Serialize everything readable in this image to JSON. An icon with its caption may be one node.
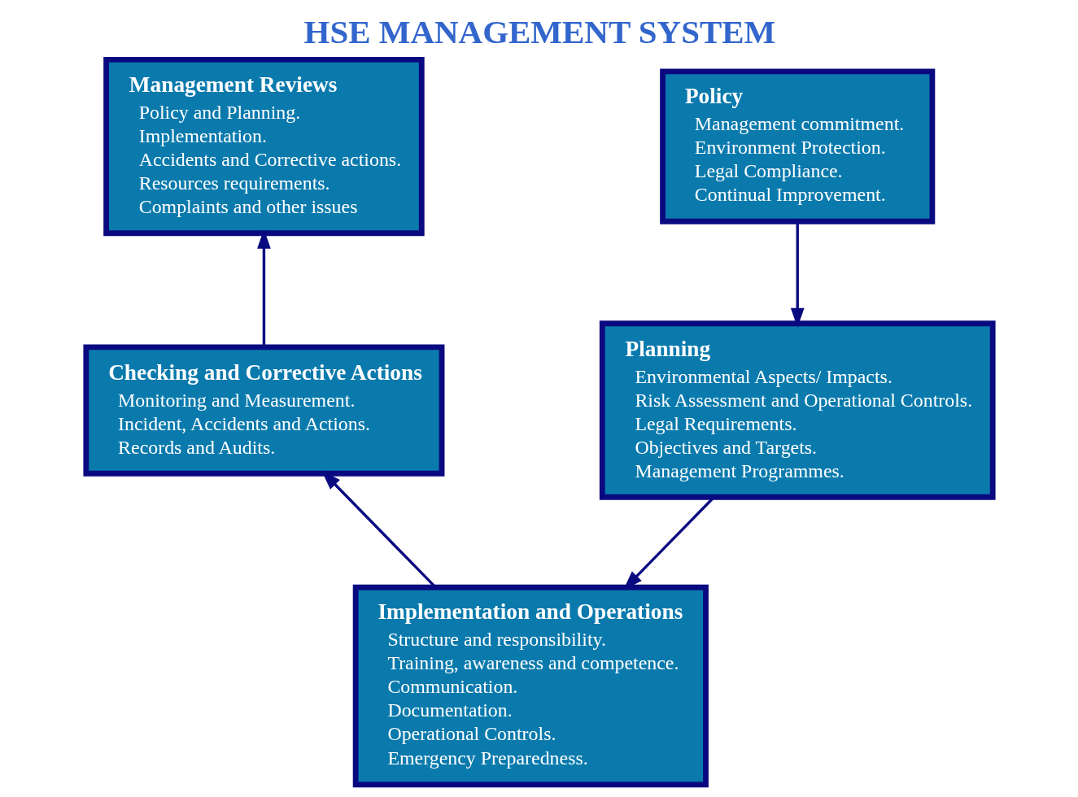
{
  "diagram": {
    "title": "HSE MANAGEMENT SYSTEM",
    "nodes": [
      {
        "text": [
          "Management Reviews",
          "Policy and Planning.",
          "Implementation.",
          "Accidents and Corrective actions.",
          "Resources requirements.",
          "Complaints and other issues"
        ]
      },
      {
        "text": [
          "Policy",
          "Management commitment.",
          "Environment Protection.",
          "Legal Compliance.",
          "Continual Improvement."
        ]
      },
      {
        "text": [
          "Checking and Corrective Actions",
          "Monitoring and Measurement.",
          "Incident, Accidents and Actions.",
          "Records and Audits."
        ]
      },
      {
        "text": [
          "Planning",
          "Environmental Aspects/ Impacts.",
          "Risk Assessment and Operational Controls.",
          "Legal Requirements.",
          "Objectives and Targets.",
          "Management Programmes."
        ]
      },
      {
        "text": [
          "Implementation and Operations",
          "Structure and responsibility.",
          "Training, awareness and competence.",
          "Communication.",
          "Documentation.",
          "Operational Controls.",
          "Emergency Preparedness."
        ]
      }
    ],
    "edges": [
      {
        "from": 1,
        "to": 3,
        "arrow": "to"
      },
      {
        "from": 3,
        "to": 4,
        "arrow": "to"
      },
      {
        "from": 4,
        "to": 2,
        "arrow": "to"
      },
      {
        "from": 2,
        "to": 0,
        "arrow": "to"
      }
    ]
  }
}
